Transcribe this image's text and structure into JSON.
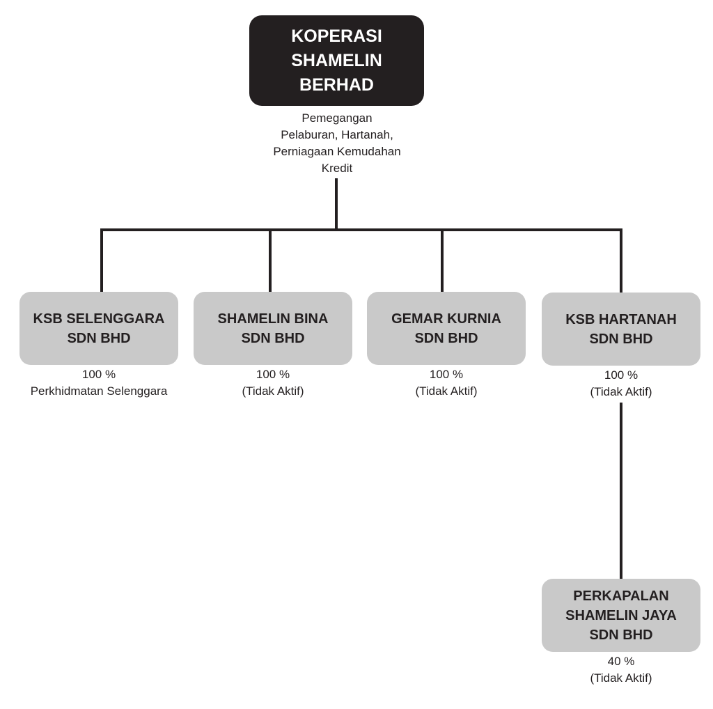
{
  "root": {
    "title_lines": [
      "KOPERASI",
      "SHAMELIN",
      "BERHAD"
    ],
    "description_lines": [
      "Pemegangan",
      "Pelaburan, Hartanah,",
      "Perniagaan Kemudahan",
      "Kredit"
    ]
  },
  "children": [
    {
      "title_lines": [
        "KSB SELENGGARA",
        "SDN BHD"
      ],
      "ownership": "100 %",
      "status": "Perkhidmatan Selenggara"
    },
    {
      "title_lines": [
        "SHAMELIN BINA",
        "SDN BHD"
      ],
      "ownership": "100 %",
      "status": "(Tidak Aktif)"
    },
    {
      "title_lines": [
        "GEMAR KURNIA",
        "SDN BHD"
      ],
      "ownership": "100 %",
      "status": "(Tidak Aktif)"
    },
    {
      "title_lines": [
        "KSB HARTANAH",
        "SDN BHD"
      ],
      "ownership": "100 %",
      "status": "(Tidak Aktif)"
    }
  ],
  "subsidiary": {
    "title_lines": [
      "PERKAPALAN",
      "SHAMELIN JAYA",
      "SDN BHD"
    ],
    "ownership": "40 %",
    "status": "(Tidak Aktif)"
  }
}
